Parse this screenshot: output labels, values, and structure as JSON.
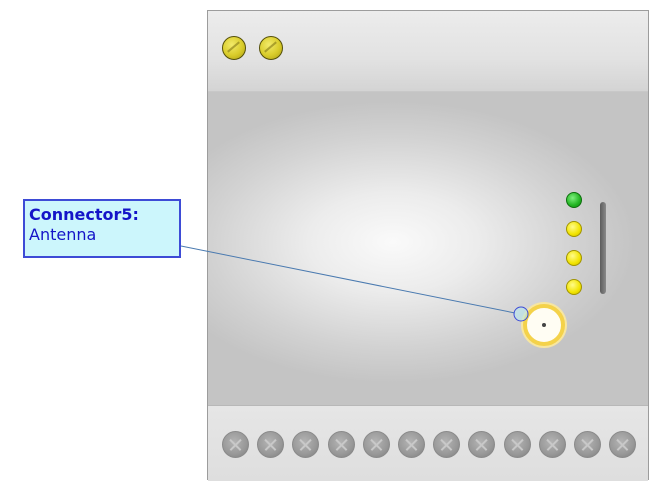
{
  "callout": {
    "title": "Connector5:",
    "subtitle": "Antenna"
  },
  "device": {
    "screws": [
      "screw",
      "screw"
    ],
    "leds": [
      {
        "color": "#22b422",
        "name": "green"
      },
      {
        "color": "#f2e400",
        "name": "yellow"
      },
      {
        "color": "#f2e400",
        "name": "yellow"
      },
      {
        "color": "#f2e400",
        "name": "yellow"
      }
    ],
    "terminal_count": 12
  },
  "colors": {
    "callout_bg": "#ccf6fc",
    "callout_border": "#3d4bd6",
    "callout_text": "#1414c8",
    "leader_line": "#4a7ab0",
    "antenna_ring": "#f4d24a"
  }
}
